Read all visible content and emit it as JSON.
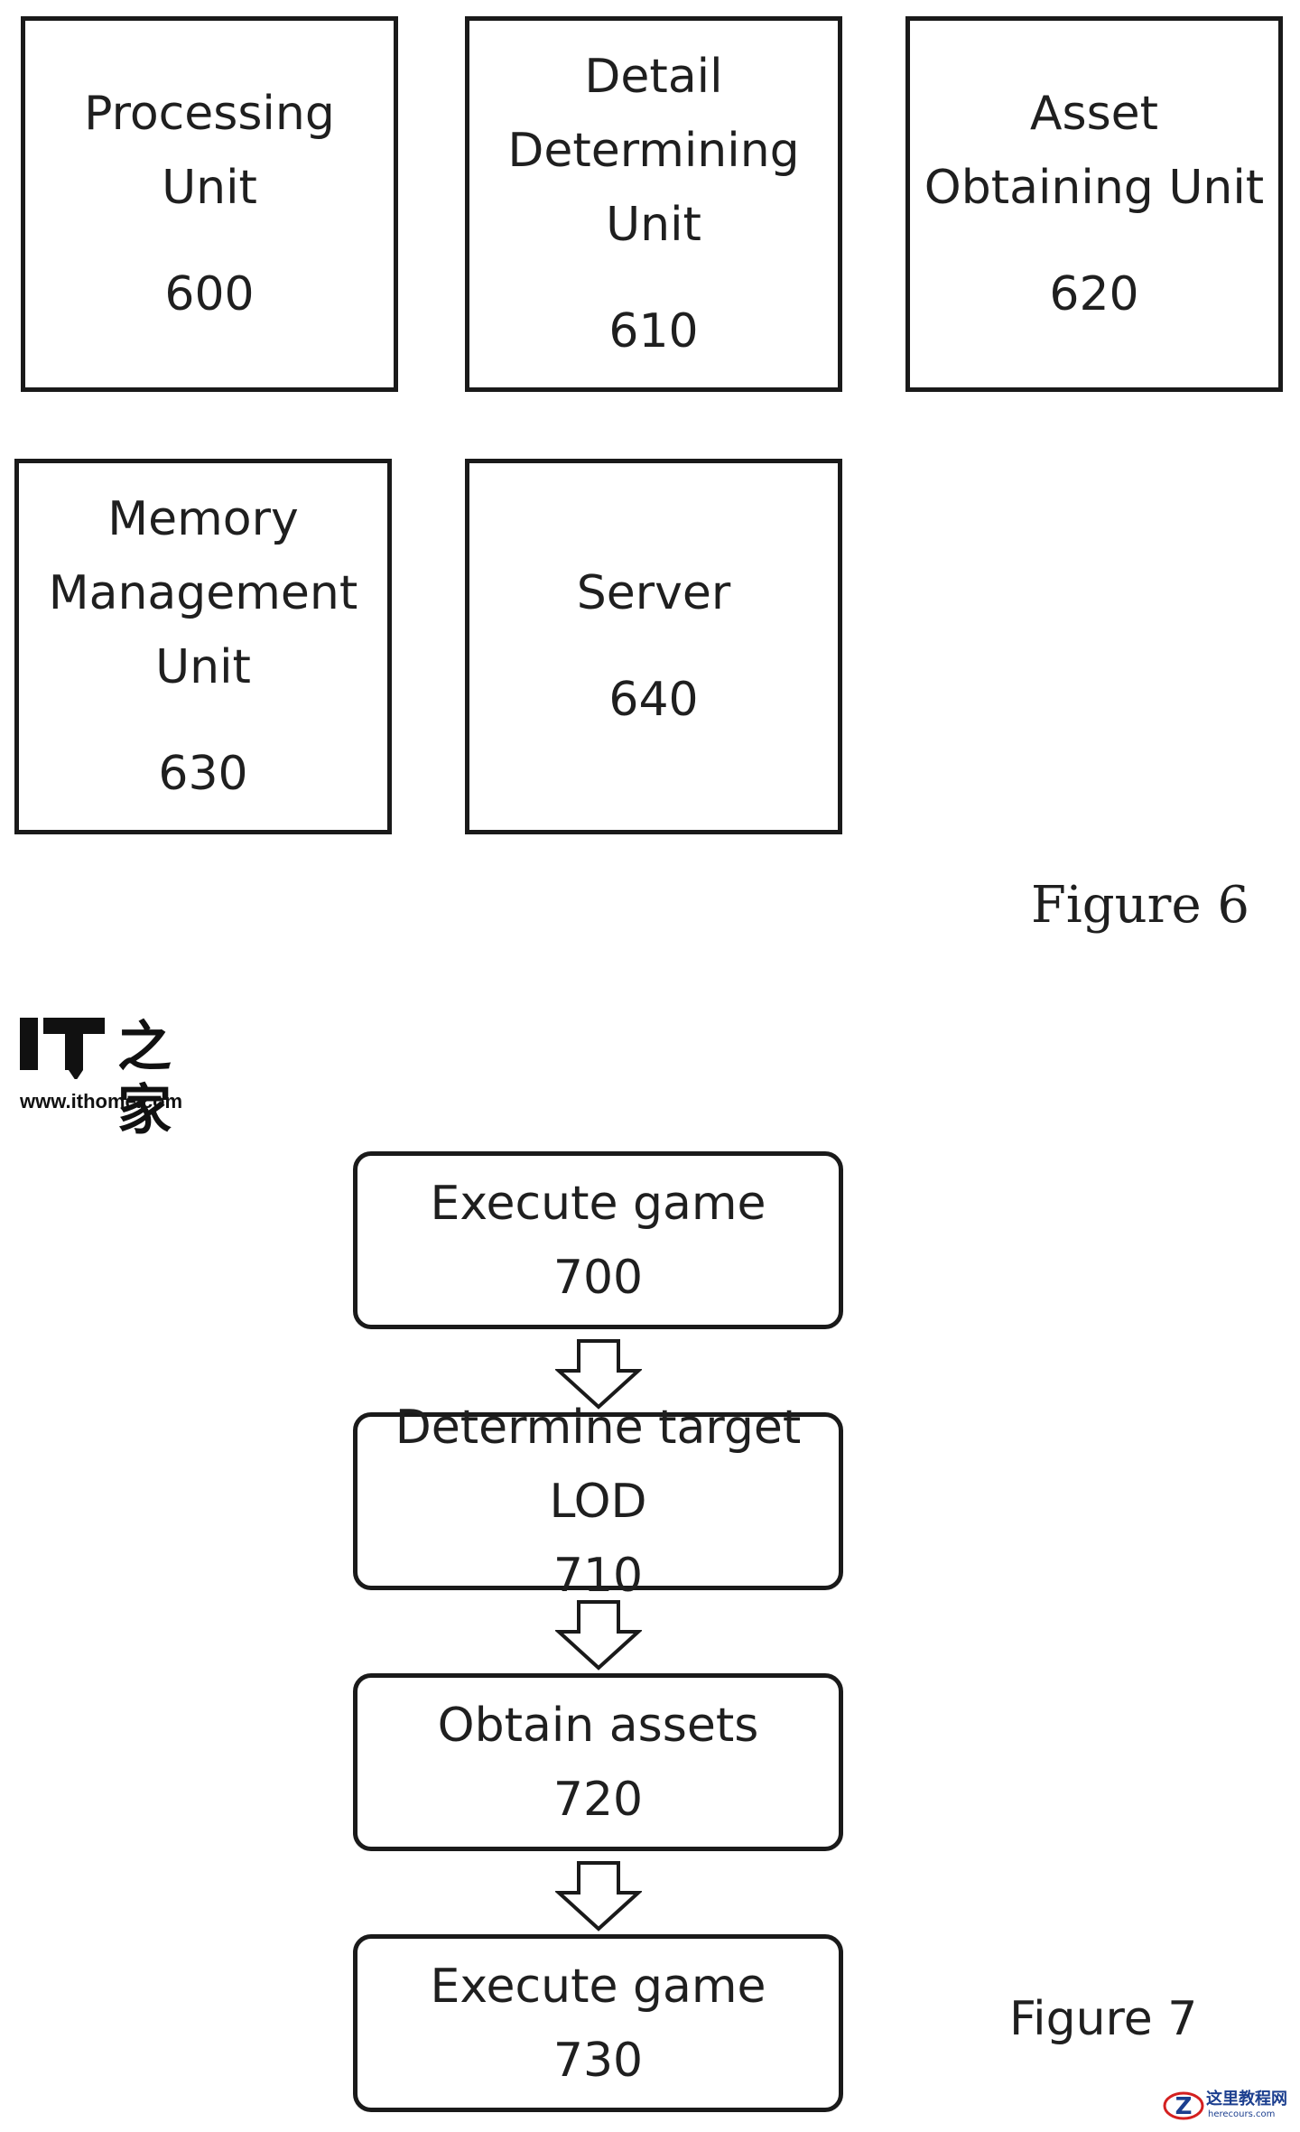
{
  "figure6": {
    "caption": "Figure 6",
    "units": [
      {
        "title": "Processing\nUnit",
        "number": "600"
      },
      {
        "title": "Detail\nDetermining\nUnit",
        "number": "610"
      },
      {
        "title": "Asset\nObtaining Unit",
        "number": "620"
      },
      {
        "title": "Memory\nManagement\nUnit",
        "number": "630"
      },
      {
        "title": "Server",
        "number": "640"
      }
    ]
  },
  "figure7": {
    "caption": "Figure 7",
    "steps": [
      {
        "title": "Execute game",
        "number": "700"
      },
      {
        "title": "Determine target LOD",
        "number": "710"
      },
      {
        "title": "Obtain assets",
        "number": "720"
      },
      {
        "title": "Execute game",
        "number": "730"
      }
    ]
  },
  "watermark": {
    "logo_chars": "之家",
    "logo_url": "www.ithome.com",
    "corner_text": "这里教程网",
    "corner_sub": "herecours.com"
  }
}
